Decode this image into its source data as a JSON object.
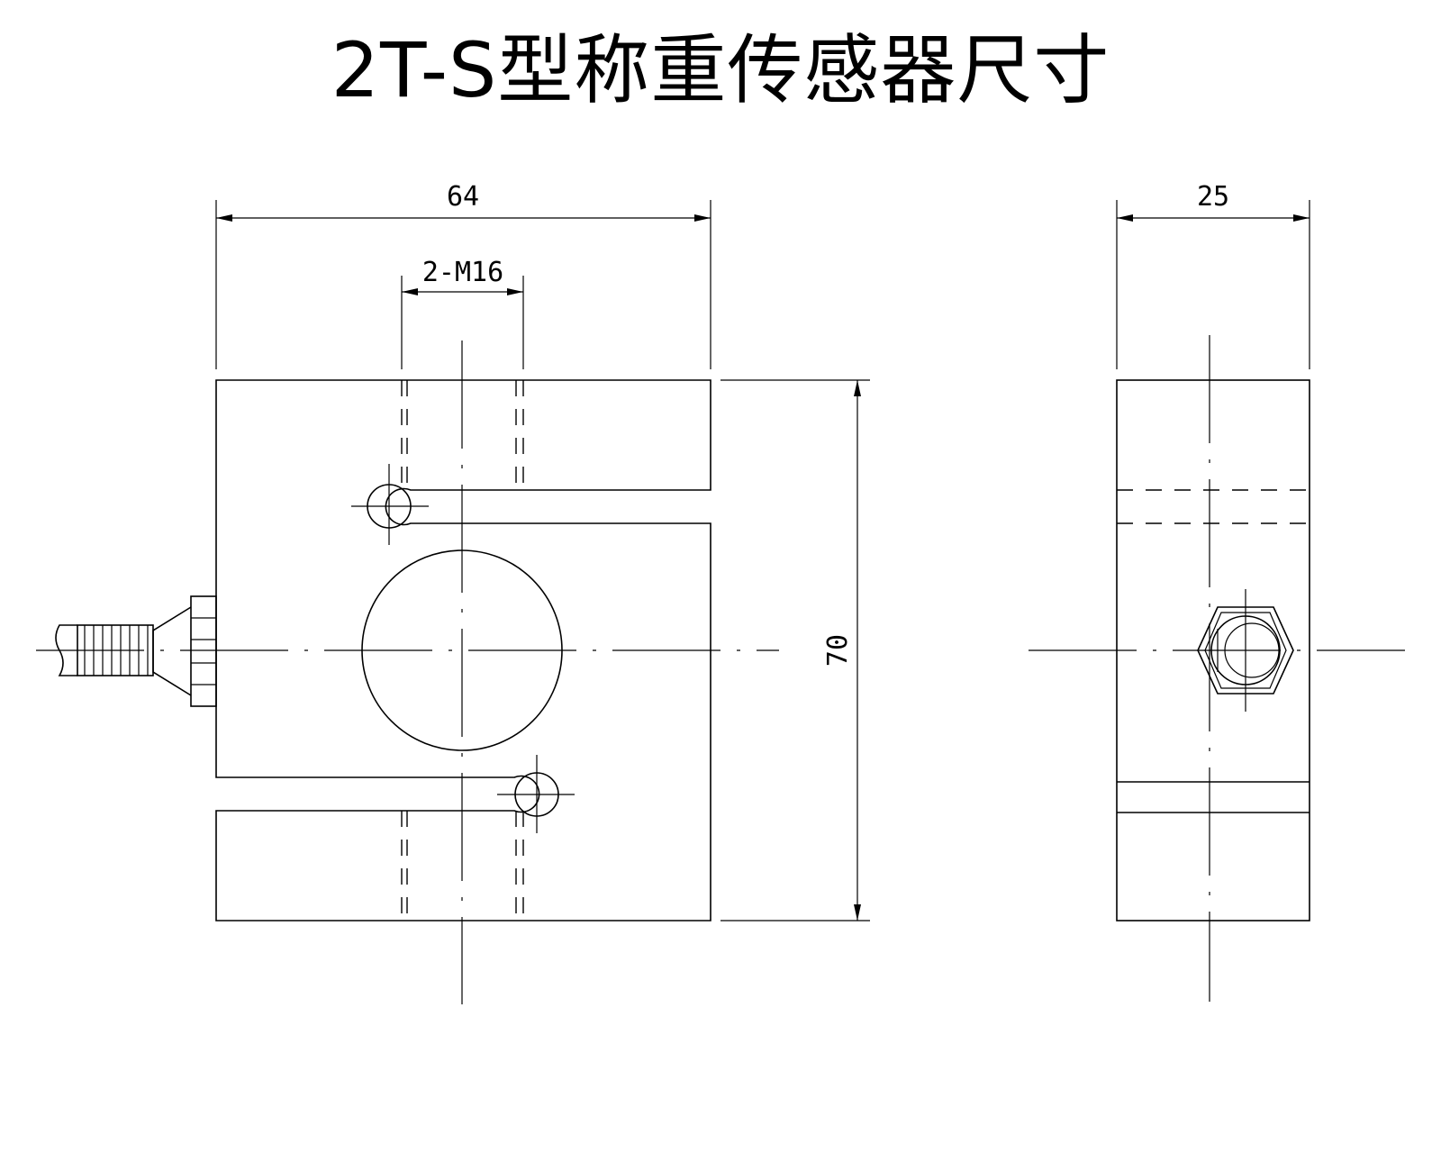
{
  "title": "2T-S型称重传感器尺寸",
  "dimensions": {
    "width": "64",
    "thread": "2-M16",
    "height": "70",
    "depth": "25"
  }
}
